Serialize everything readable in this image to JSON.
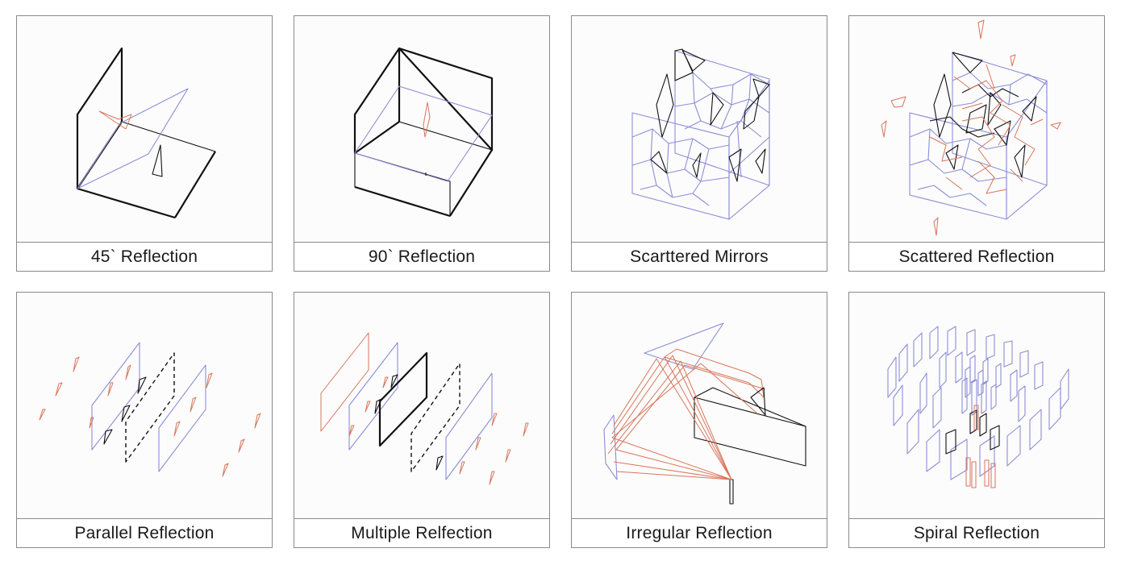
{
  "panels": [
    {
      "id": "p1",
      "caption": "45` Reflection"
    },
    {
      "id": "p2",
      "caption": "90` Reflection"
    },
    {
      "id": "p3",
      "caption": "Scarttered Mirrors"
    },
    {
      "id": "p4",
      "caption": "Scattered Reflection"
    },
    {
      "id": "p5",
      "caption": "Parallel Reflection"
    },
    {
      "id": "p6",
      "caption": "Multiple Relfection"
    },
    {
      "id": "p7",
      "caption": "Irregular Reflection"
    },
    {
      "id": "p8",
      "caption": "Spiral Reflection"
    }
  ],
  "colors": {
    "mirror_black": "#111111",
    "mirror_blue": "#8c8ed6",
    "object_red": "#d9755b",
    "border": "#8a8a8a"
  }
}
